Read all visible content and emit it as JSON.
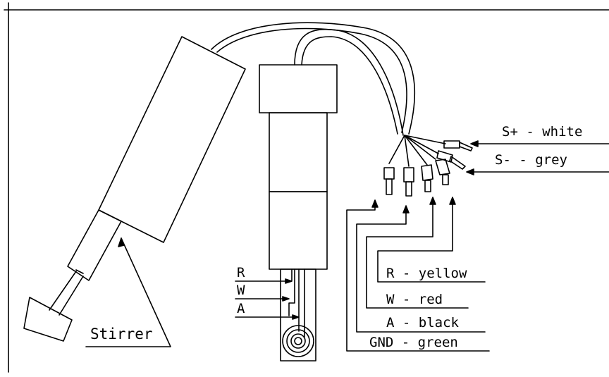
{
  "labels": {
    "stirrer": "Stirrer",
    "electrode_r": "R",
    "electrode_w": "W",
    "electrode_a": "A",
    "s_plus": "S+ - white",
    "s_minus": "S- - grey",
    "r_wire": "R - yellow",
    "w_wire": "W - red",
    "a_wire": "A - black",
    "gnd_wire": "GND - green"
  }
}
